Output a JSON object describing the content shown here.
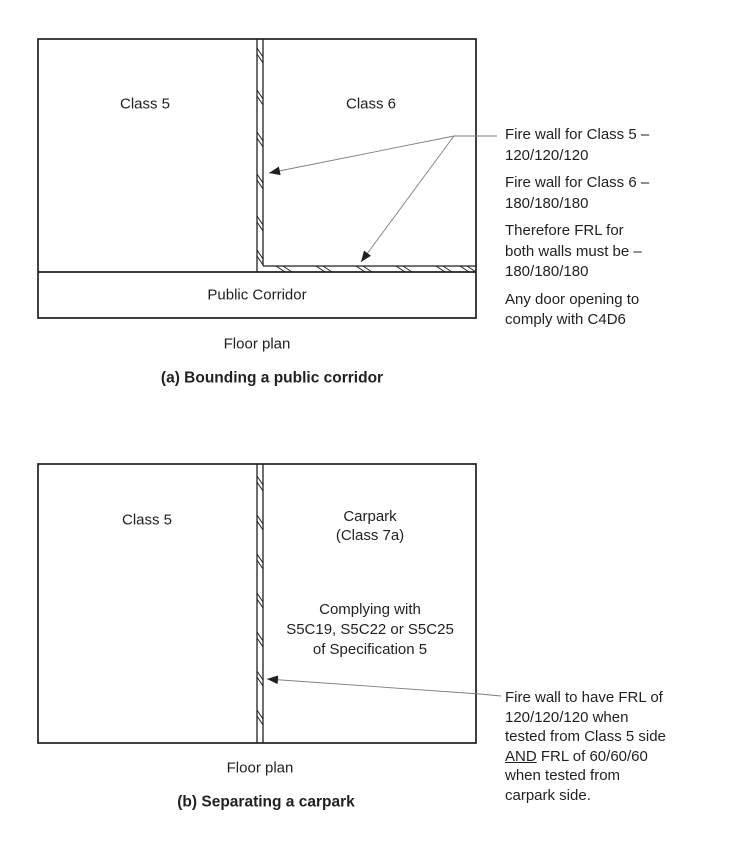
{
  "colors": {
    "line": "#231f20",
    "leader": "#7d7d7d",
    "text": "#231f20",
    "background": "#ffffff"
  },
  "figure_a": {
    "room_left": "Class 5",
    "room_right": "Class 6",
    "corridor": "Public Corridor",
    "floor_plan_label": "Floor plan",
    "caption": "(a) Bounding a public corridor",
    "annotations": {
      "p1l1": "Fire wall for Class 5 –",
      "p1l2": "120/120/120",
      "p2l1": "Fire wall for Class 6 –",
      "p2l2": "180/180/180",
      "p3l1": "Therefore FRL for",
      "p3l2": "both walls must be –",
      "p3l3": "180/180/180",
      "p4l1": "Any door opening to",
      "p4l2": "comply with C4D6"
    }
  },
  "figure_b": {
    "room_left": "Class 5",
    "room_right_line1": "Carpark",
    "room_right_line2": "(Class 7a)",
    "spec_line1": "Complying with",
    "spec_line2": "S5C19, S5C22 or S5C25",
    "spec_line3": "of Specification 5",
    "floor_plan_label": "Floor plan",
    "caption": "(b) Separating a carpark",
    "annotation": {
      "l1": "Fire wall to have FRL of",
      "l2": "120/120/120 when",
      "l3": "tested from Class 5 side",
      "l4_underlined": "AND",
      "l4_rest": " FRL of 60/60/60",
      "l5": "when tested from",
      "l6": "carpark side."
    }
  }
}
